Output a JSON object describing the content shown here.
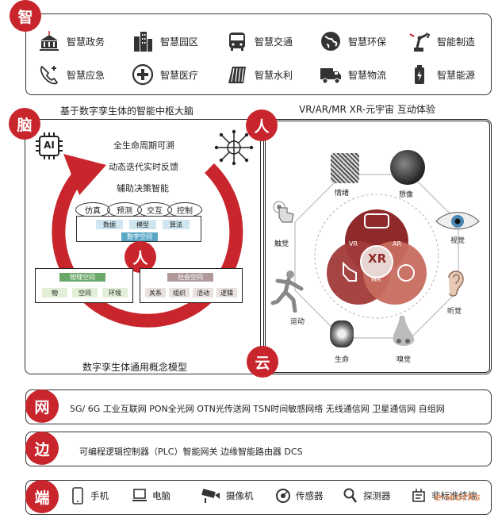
{
  "top": {
    "badge": "智",
    "items": [
      {
        "label": "智慧政务",
        "icon": "government-building-icon"
      },
      {
        "label": "智慧园区",
        "icon": "city-buildings-icon"
      },
      {
        "label": "智慧交通",
        "icon": "bus-icon"
      },
      {
        "label": "智慧环保",
        "icon": "globe-icon"
      },
      {
        "label": "智能制造",
        "icon": "robot-arm-icon"
      },
      {
        "label": "智慧应急",
        "icon": "emergency-phone-icon"
      },
      {
        "label": "智慧医疗",
        "icon": "medical-cross-icon"
      },
      {
        "label": "智慧水利",
        "icon": "dam-icon"
      },
      {
        "label": "智慧物流",
        "icon": "truck-icon"
      },
      {
        "label": "智慧能源",
        "icon": "battery-icon"
      }
    ]
  },
  "brain": {
    "title": "基于数字孪生体的智能中枢大脑",
    "badge": "脑",
    "ai_label": "AI",
    "lines": [
      "全生命周期可溯",
      "动态迭代实时反馈",
      "辅助决策智能"
    ],
    "ovals": [
      "仿真",
      "预测",
      "交互",
      "控制"
    ],
    "cells": [
      "数据",
      "模型",
      "算法"
    ],
    "digital_space": "数字空间",
    "person": "人",
    "physical_space": {
      "title": "物理空间",
      "items": [
        "物",
        "空间",
        "环境"
      ]
    },
    "social_space": {
      "title": "社会空间",
      "items": [
        "关系",
        "组织",
        "活动",
        "逻辑"
      ]
    },
    "caption": "数字孪生体通用概念模型"
  },
  "person_badge": "人",
  "cloud_badge": "云",
  "metaverse": {
    "title": "VR/AR/MR XR-元宇宙 互动体验",
    "center": {
      "xr": "XR",
      "vr": "VR",
      "ar": "AR",
      "mr": "MR"
    },
    "senses": [
      {
        "key": "mood",
        "label": "情绪"
      },
      {
        "key": "imagine",
        "label": "想像"
      },
      {
        "key": "touch",
        "label": "触觉"
      },
      {
        "key": "vision",
        "label": "视觉"
      },
      {
        "key": "motion",
        "label": "运动"
      },
      {
        "key": "hearing",
        "label": "听觉"
      },
      {
        "key": "life",
        "label": "生命"
      },
      {
        "key": "smell",
        "label": "嗅觉"
      }
    ]
  },
  "network": {
    "badge": "网",
    "text": "5G/ 6G 工业互联网  PON全光网  OTN光传送网  TSN时间敏感网络 无线通信网 卫星通信网  自组网"
  },
  "edge": {
    "badge": "边",
    "text": "可编程逻辑控制器（PLC）智能网关  边缘智能路由器   DCS"
  },
  "terminal": {
    "badge": "端",
    "items": [
      {
        "label": "手机",
        "icon": "phone-icon"
      },
      {
        "label": "电脑",
        "icon": "laptop-icon"
      },
      {
        "label": "摄像机",
        "icon": "camera-icon"
      },
      {
        "label": "传感器",
        "icon": "sensor-icon"
      },
      {
        "label": "探测器",
        "icon": "detector-icon"
      },
      {
        "label": "非标准终端",
        "icon": "custom-terminal-icon"
      }
    ],
    "watermark": "e-works"
  },
  "colors": {
    "accent": "#c8262c",
    "dark_red": "#8e2a2a",
    "mid_red": "#a13a3a",
    "light_red": "#c76b5f",
    "cell_green": "#e2efd6",
    "cell_blue": "#cfe5f0",
    "bar_blue": "#5aa6c6",
    "phys_title": "#6aa86a",
    "soc_title": "#b09a9a"
  }
}
